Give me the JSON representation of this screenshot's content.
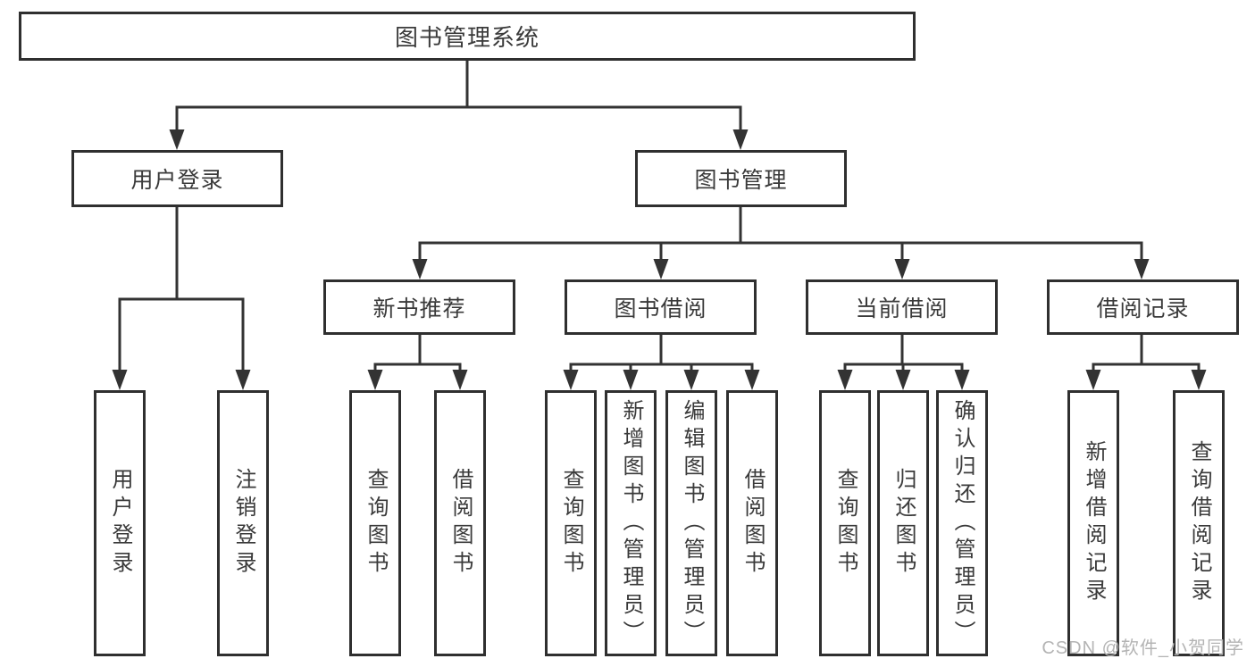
{
  "diagram": {
    "root": {
      "label": "图书管理系统"
    },
    "branches": [
      {
        "label": "用户登录",
        "children": [
          {
            "label": "用户登录"
          },
          {
            "label": "注销登录"
          }
        ]
      },
      {
        "label": "图书管理",
        "children": [
          {
            "label": "新书推荐",
            "children": [
              {
                "label": "查询图书"
              },
              {
                "label": "借阅图书"
              }
            ]
          },
          {
            "label": "图书借阅",
            "children": [
              {
                "label": "查询图书"
              },
              {
                "label": "新增图书（管理员）"
              },
              {
                "label": "编辑图书（管理员）"
              },
              {
                "label": "借阅图书"
              }
            ]
          },
          {
            "label": "当前借阅",
            "children": [
              {
                "label": "查询图书"
              },
              {
                "label": "归还图书"
              },
              {
                "label": "确认归还（管理员）"
              }
            ]
          },
          {
            "label": "借阅记录",
            "children": [
              {
                "label": "新增借阅记录"
              },
              {
                "label": "查询借阅记录"
              }
            ]
          }
        ]
      }
    ]
  },
  "watermark": {
    "text": "CSDN @软件_小贺同学"
  },
  "colors": {
    "background": "#ffffff",
    "line": "#333333",
    "border": "#2f2f2f",
    "text": "#3a3a3a",
    "watermark": "#b4b4b4"
  }
}
